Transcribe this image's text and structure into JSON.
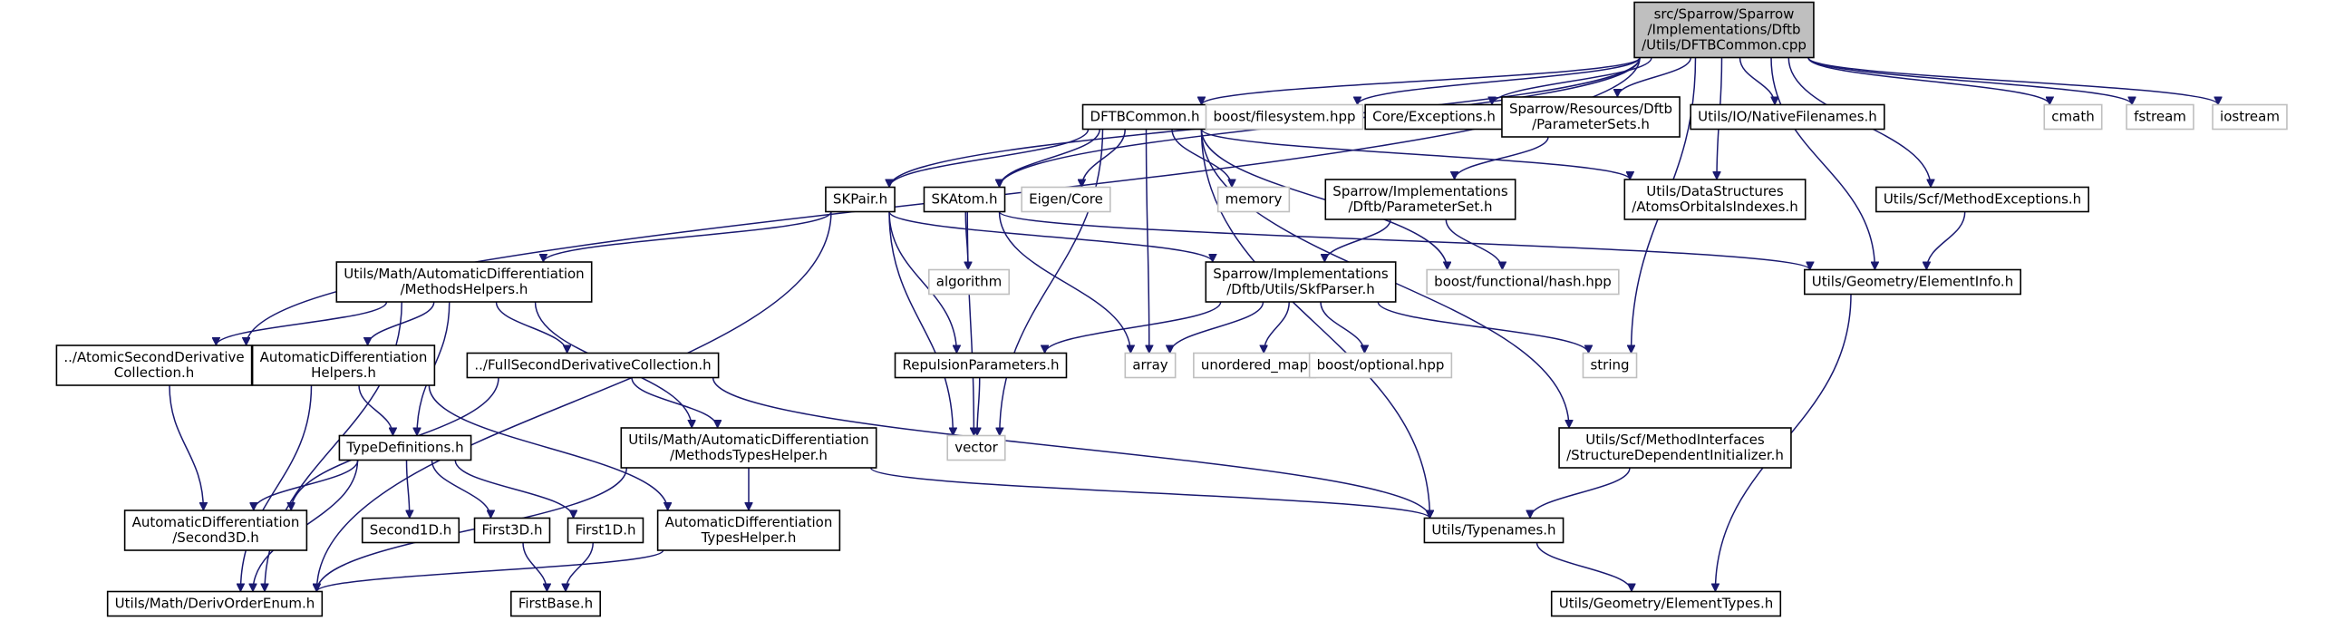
{
  "colors": {
    "edge": "#191970",
    "box_border": "#000000",
    "external_border": "#bfbfbf",
    "root_fill": "#bfbfbf",
    "box_fill": "#ffffff"
  },
  "nodes": [
    {
      "id": "root",
      "label": [
        "src/Sparrow/Sparrow",
        "/Implementations/Dftb",
        "/Utils/DFTBCommon.cpp"
      ],
      "kind": "root"
    },
    {
      "id": "dftbcommon_h",
      "label": [
        "DFTBCommon.h"
      ],
      "kind": "file"
    },
    {
      "id": "boost_filesystem",
      "label": [
        "boost/filesystem.hpp"
      ],
      "kind": "external"
    },
    {
      "id": "core_exceptions",
      "label": [
        "Core/Exceptions.h"
      ],
      "kind": "file"
    },
    {
      "id": "parametersets_h",
      "label": [
        "Sparrow/Resources/Dftb",
        "/ParameterSets.h"
      ],
      "kind": "file"
    },
    {
      "id": "nativefilenames",
      "label": [
        "Utils/IO/NativeFilenames.h"
      ],
      "kind": "file"
    },
    {
      "id": "cmath",
      "label": [
        "cmath"
      ],
      "kind": "external"
    },
    {
      "id": "fstream",
      "label": [
        "fstream"
      ],
      "kind": "external"
    },
    {
      "id": "iostream",
      "label": [
        "iostream"
      ],
      "kind": "external"
    },
    {
      "id": "skpair",
      "label": [
        "SKPair.h"
      ],
      "kind": "file"
    },
    {
      "id": "skatom",
      "label": [
        "SKAtom.h"
      ],
      "kind": "file"
    },
    {
      "id": "eigen_core",
      "label": [
        "Eigen/Core"
      ],
      "kind": "external"
    },
    {
      "id": "memory",
      "label": [
        "memory"
      ],
      "kind": "external"
    },
    {
      "id": "parameterset_h",
      "label": [
        "Sparrow/Implementations",
        "/Dftb/ParameterSet.h"
      ],
      "kind": "file"
    },
    {
      "id": "atomsorbitals",
      "label": [
        "Utils/DataStructures",
        "/AtomsOrbitalsIndexes.h"
      ],
      "kind": "file"
    },
    {
      "id": "methodexceptions",
      "label": [
        "Utils/Scf/MethodExceptions.h"
      ],
      "kind": "file"
    },
    {
      "id": "methodshelpers",
      "label": [
        "Utils/Math/AutomaticDifferentiation",
        "/MethodsHelpers.h"
      ],
      "kind": "file"
    },
    {
      "id": "algorithm",
      "label": [
        "algorithm"
      ],
      "kind": "external"
    },
    {
      "id": "skfparser",
      "label": [
        "Sparrow/Implementations",
        "/Dftb/Utils/SkfParser.h"
      ],
      "kind": "file"
    },
    {
      "id": "boost_hash",
      "label": [
        "boost/functional/hash.hpp"
      ],
      "kind": "external"
    },
    {
      "id": "elementinfo",
      "label": [
        "Utils/Geometry/ElementInfo.h"
      ],
      "kind": "file"
    },
    {
      "id": "atomic2nd",
      "label": [
        "../AtomicSecondDerivative",
        "Collection.h"
      ],
      "kind": "file"
    },
    {
      "id": "adhelpers",
      "label": [
        "AutomaticDifferentiation",
        "Helpers.h"
      ],
      "kind": "file"
    },
    {
      "id": "full2nd",
      "label": [
        "../FullSecondDerivativeCollection.h"
      ],
      "kind": "file"
    },
    {
      "id": "repulsion",
      "label": [
        "RepulsionParameters.h"
      ],
      "kind": "file"
    },
    {
      "id": "array",
      "label": [
        "array"
      ],
      "kind": "external"
    },
    {
      "id": "unordered_map",
      "label": [
        "unordered_map"
      ],
      "kind": "external"
    },
    {
      "id": "boost_optional",
      "label": [
        "boost/optional.hpp"
      ],
      "kind": "external"
    },
    {
      "id": "string",
      "label": [
        "string"
      ],
      "kind": "external"
    },
    {
      "id": "typedefs",
      "label": [
        "TypeDefinitions.h"
      ],
      "kind": "file"
    },
    {
      "id": "methodstypeshelper",
      "label": [
        "Utils/Math/AutomaticDifferentiation",
        "/MethodsTypesHelper.h"
      ],
      "kind": "file"
    },
    {
      "id": "vector",
      "label": [
        "vector"
      ],
      "kind": "external"
    },
    {
      "id": "structdepinit",
      "label": [
        "Utils/Scf/MethodInterfaces",
        "/StructureDependentInitializer.h"
      ],
      "kind": "file"
    },
    {
      "id": "second3d",
      "label": [
        "AutomaticDifferentiation",
        "/Second3D.h"
      ],
      "kind": "file"
    },
    {
      "id": "second1d",
      "label": [
        "Second1D.h"
      ],
      "kind": "file"
    },
    {
      "id": "first3d",
      "label": [
        "First3D.h"
      ],
      "kind": "file"
    },
    {
      "id": "first1d",
      "label": [
        "First1D.h"
      ],
      "kind": "file"
    },
    {
      "id": "adtypeshelper",
      "label": [
        "AutomaticDifferentiation",
        "TypesHelper.h"
      ],
      "kind": "file"
    },
    {
      "id": "typenames",
      "label": [
        "Utils/Typenames.h"
      ],
      "kind": "file"
    },
    {
      "id": "derivorderenum",
      "label": [
        "Utils/Math/DerivOrderEnum.h"
      ],
      "kind": "file"
    },
    {
      "id": "firstbase",
      "label": [
        "FirstBase.h"
      ],
      "kind": "file"
    },
    {
      "id": "elementtypes",
      "label": [
        "Utils/Geometry/ElementTypes.h"
      ],
      "kind": "file"
    }
  ],
  "edges": [
    [
      "root",
      "dftbcommon_h"
    ],
    [
      "root",
      "boost_filesystem"
    ],
    [
      "root",
      "core_exceptions"
    ],
    [
      "root",
      "parametersets_h"
    ],
    [
      "root",
      "nativefilenames"
    ],
    [
      "root",
      "cmath"
    ],
    [
      "root",
      "fstream"
    ],
    [
      "root",
      "iostream"
    ],
    [
      "root",
      "skpair"
    ],
    [
      "root",
      "skatom"
    ],
    [
      "root",
      "atomsorbitals"
    ],
    [
      "root",
      "methodexceptions"
    ],
    [
      "root",
      "elementinfo"
    ],
    [
      "root",
      "string"
    ],
    [
      "root",
      "atomic2nd"
    ],
    [
      "dftbcommon_h",
      "skpair"
    ],
    [
      "dftbcommon_h",
      "skatom"
    ],
    [
      "dftbcommon_h",
      "eigen_core"
    ],
    [
      "dftbcommon_h",
      "memory"
    ],
    [
      "dftbcommon_h",
      "atomsorbitals"
    ],
    [
      "dftbcommon_h",
      "boost_hash"
    ],
    [
      "dftbcommon_h",
      "array"
    ],
    [
      "dftbcommon_h",
      "vector"
    ],
    [
      "dftbcommon_h",
      "typenames"
    ],
    [
      "dftbcommon_h",
      "structdepinit"
    ],
    [
      "parametersets_h",
      "parameterset_h"
    ],
    [
      "parameterset_h",
      "skfparser"
    ],
    [
      "parameterset_h",
      "boost_hash"
    ],
    [
      "skpair",
      "methodshelpers"
    ],
    [
      "skpair",
      "skfparser"
    ],
    [
      "skpair",
      "repulsion"
    ],
    [
      "skpair",
      "vector"
    ],
    [
      "skpair",
      "derivorderenum"
    ],
    [
      "skatom",
      "algorithm"
    ],
    [
      "skatom",
      "array"
    ],
    [
      "skatom",
      "vector"
    ],
    [
      "skatom",
      "elementinfo"
    ],
    [
      "methodexceptions",
      "elementinfo"
    ],
    [
      "elementinfo",
      "elementtypes"
    ],
    [
      "methodshelpers",
      "atomic2nd"
    ],
    [
      "methodshelpers",
      "adhelpers"
    ],
    [
      "methodshelpers",
      "full2nd"
    ],
    [
      "methodshelpers",
      "typedefs"
    ],
    [
      "methodshelpers",
      "methodstypeshelper"
    ],
    [
      "methodshelpers",
      "derivorderenum"
    ],
    [
      "skfparser",
      "repulsion"
    ],
    [
      "skfparser",
      "array"
    ],
    [
      "skfparser",
      "unordered_map"
    ],
    [
      "skfparser",
      "boost_optional"
    ],
    [
      "skfparser",
      "string"
    ],
    [
      "atomic2nd",
      "second3d"
    ],
    [
      "adhelpers",
      "typedefs"
    ],
    [
      "adhelpers",
      "adtypeshelper"
    ],
    [
      "adhelpers",
      "derivorderenum"
    ],
    [
      "full2nd",
      "second3d"
    ],
    [
      "full2nd",
      "methodstypeshelper"
    ],
    [
      "full2nd",
      "typenames"
    ],
    [
      "repulsion",
      "vector"
    ],
    [
      "typedefs",
      "second3d"
    ],
    [
      "typedefs",
      "second1d"
    ],
    [
      "typedefs",
      "first3d"
    ],
    [
      "typedefs",
      "first1d"
    ],
    [
      "typedefs",
      "derivorderenum"
    ],
    [
      "methodstypeshelper",
      "adtypeshelper"
    ],
    [
      "methodstypeshelper",
      "typenames"
    ],
    [
      "methodstypeshelper",
      "derivorderenum"
    ],
    [
      "structdepinit",
      "typenames"
    ],
    [
      "first3d",
      "firstbase"
    ],
    [
      "first1d",
      "firstbase"
    ],
    [
      "adtypeshelper",
      "derivorderenum"
    ],
    [
      "typenames",
      "elementtypes"
    ]
  ]
}
